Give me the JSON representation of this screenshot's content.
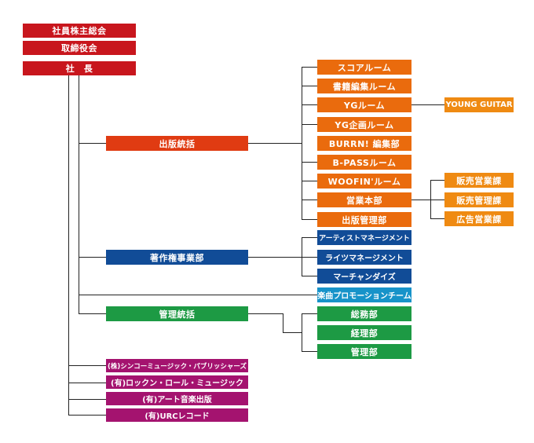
{
  "top": {
    "shareholders": "社員株主総会",
    "board": "取締役会",
    "president": "社　長"
  },
  "publishing": {
    "head": "出版統括",
    "units": [
      "スコアルーム",
      "書籍編集ルーム",
      "YGルーム",
      "YG企画ルーム",
      "BURRN! 編集部",
      "B-PASSルーム",
      "WOOFIN'ルーム",
      "営業本部",
      "出版管理部"
    ],
    "yg_sub": "YOUNG GUITAR",
    "sales_sub": [
      "販売営業課",
      "販売管理課",
      "広告営業課"
    ]
  },
  "copyright": {
    "head": "著作権事業部",
    "units": [
      "アーティストマネージメント",
      "ライツマネージメント",
      "マーチャンダイズ"
    ]
  },
  "promotion": "楽曲プロモーションチーム",
  "admin": {
    "head": "管理統括",
    "units": [
      "総務部",
      "経理部",
      "管理部"
    ]
  },
  "affiliates": [
    "(株)シンコーミュージック・パブリッシャーズ",
    "(有)ロックン・ロール・ミュージック",
    "(有)アート音楽出版",
    "(有)URCレコード"
  ],
  "colors": {
    "top": "#c8161d",
    "publishing_head": "#e03b12",
    "publishing_units": "#ea6b0d",
    "publishing_subs": "#ef8a12",
    "copyright": "#114c97",
    "promotion": "#1793c9",
    "admin": "#1d9a44",
    "affiliates": "#a4136f"
  }
}
